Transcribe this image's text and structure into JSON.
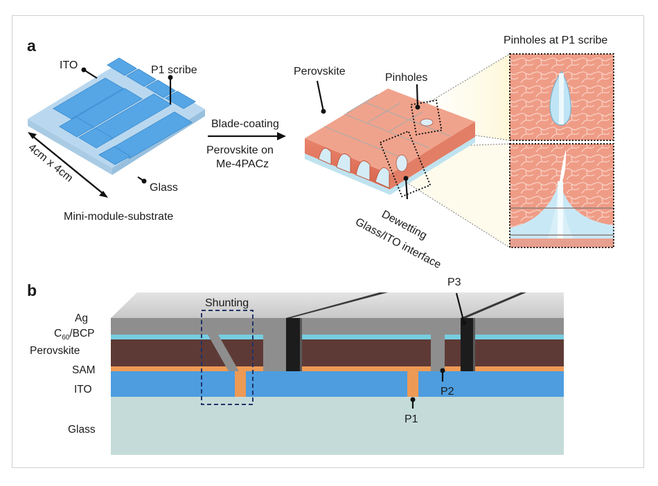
{
  "panel_a": {
    "letter": "a",
    "substrate": {
      "ito_label": "ITO",
      "p1_scribe_label": "P1 scribe",
      "glass_label": "Glass",
      "size_label": "4cm x 4cm",
      "caption": "Mini-module-substrate"
    },
    "process": {
      "line1": "Blade-coating",
      "line2": "Perovskite on",
      "line3": "Me-4PACz"
    },
    "film": {
      "perovskite_label": "Perovskite",
      "pinholes_label": "Pinholes",
      "dewetting_line1": "Dewetting",
      "dewetting_line2": "Glass/ITO interface"
    },
    "zoom": {
      "title": "Pinholes at P1 scribe"
    }
  },
  "panel_b": {
    "letter": "b",
    "layers": {
      "ag": "Ag",
      "c60_main": "C",
      "c60_sub": "60",
      "c60_rest": "/BCP",
      "perovskite": "Perovskite",
      "sam": "SAM",
      "ito": "ITO",
      "glass": "Glass"
    },
    "shunting_label": "Shunting",
    "p1_label": "P1",
    "p2_label": "P2",
    "p3_label": "P3"
  },
  "colors": {
    "ito_blue": "#4d9ddf",
    "perovskite_red": "#ec8e76",
    "perovskite_brown": "#5e3a36",
    "sam_orange": "#ee9a55",
    "glass": "#c4dbd9",
    "ag_grey": "#8e8e8e",
    "bcp_cyan": "#76cde0",
    "shunt_box": "#1f3366"
  }
}
